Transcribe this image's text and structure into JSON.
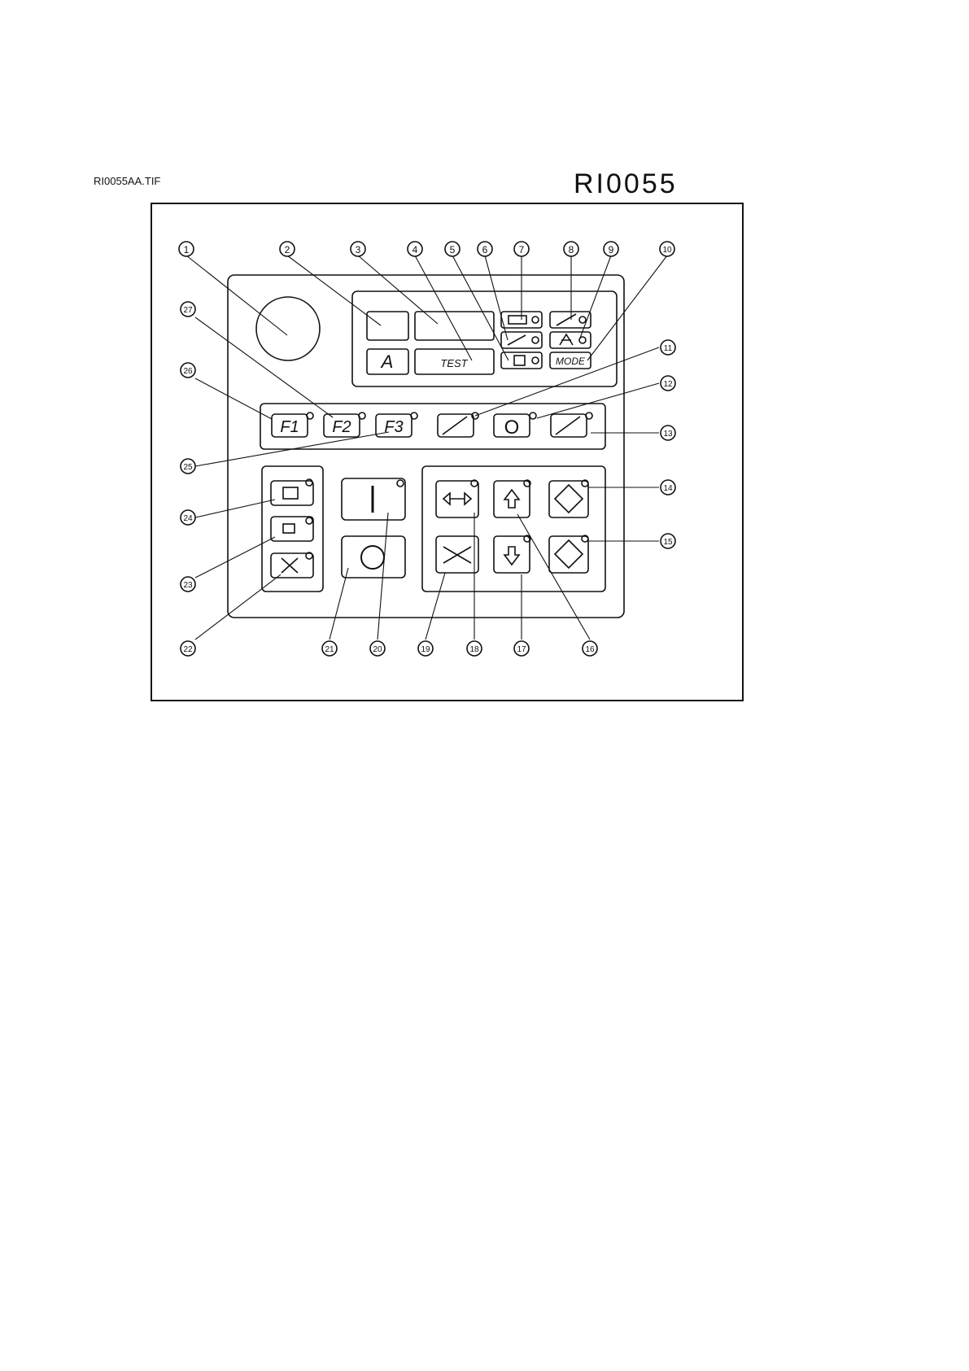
{
  "header": {
    "filename": "RI0055AA.TIF",
    "figure_id": "RI0055"
  },
  "display": {
    "mode_a_label": "A",
    "test_label": "TEST",
    "mode_label": "MODE"
  },
  "function_keys": {
    "f1": "F1",
    "f2": "F2",
    "f3": "F3",
    "zero": "O"
  },
  "callouts": [
    "1",
    "2",
    "3",
    "4",
    "5",
    "6",
    "7",
    "8",
    "9",
    "10",
    "11",
    "12",
    "13",
    "14",
    "15",
    "16",
    "17",
    "18",
    "19",
    "20",
    "21",
    "22",
    "23",
    "24",
    "25",
    "26",
    "27"
  ]
}
